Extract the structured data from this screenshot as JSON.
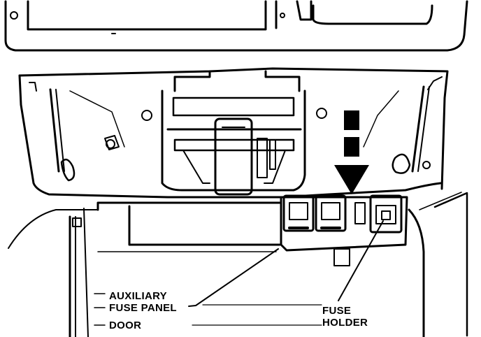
{
  "labels": {
    "auxiliary_line1": "AUXILIARY",
    "auxiliary_line2": "FUSE PANEL",
    "door": "DOOR",
    "fuse_line1": "FUSE",
    "fuse_line2": "HOLDER"
  },
  "colors": {
    "ink": "#000000",
    "paper": "#ffffff"
  }
}
